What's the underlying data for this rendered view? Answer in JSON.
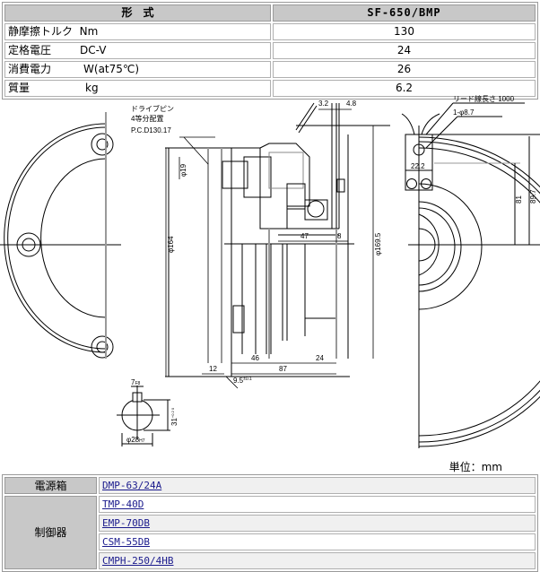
{
  "spec_table": {
    "header": {
      "label": "形　式",
      "model": "SF-650/BMP"
    },
    "rows": [
      {
        "name": "静摩擦トルク",
        "unit": "Nm",
        "value": "130"
      },
      {
        "name": "定格電圧",
        "unit": "DC-V",
        "value": "24"
      },
      {
        "name": "消費電力",
        "unit": "W(at75℃)",
        "value": "26"
      },
      {
        "name": "質量",
        "unit": "kg",
        "value": "6.2"
      }
    ]
  },
  "drawing": {
    "annotations": {
      "drive_pin_line1": "ドライブピン",
      "drive_pin_line2": "4等分配置",
      "drive_pin_pcd": "P.C.D130.17",
      "lead_wire": "リード線長さ 1000",
      "hole": "1-φ8.7"
    },
    "dimensions": {
      "d_3_2": "3.2",
      "d_4_8": "4.8",
      "d_phi19": "φ19",
      "d_phi164": "φ164",
      "d_phi169_5": "φ169.5",
      "d_47": "47",
      "d_8": "8",
      "d_46": "46",
      "d_24": "24",
      "d_87": "87",
      "d_12": "12",
      "d_9_5": "9.5",
      "d_9_5_tol": "±0.1",
      "d_22_2": "22.2",
      "d_81": "81",
      "d_89_7": "89.7",
      "d_key_7": "7",
      "d_key_7_tol": "F8",
      "d_key_31": "31",
      "d_key_31_tol": "+0.2 0",
      "d_bore_28": "φ28",
      "d_bore_28_tol": "H7"
    }
  },
  "unit_note": "単位：mm",
  "accessories": {
    "power_box": {
      "label": "電源箱",
      "items": [
        "DMP-63/24A"
      ]
    },
    "controller": {
      "label": "制御器",
      "items": [
        "TMP-40D",
        "EMP-70DB",
        "CSM-55DB",
        "CMPH-250/4HB"
      ]
    }
  }
}
